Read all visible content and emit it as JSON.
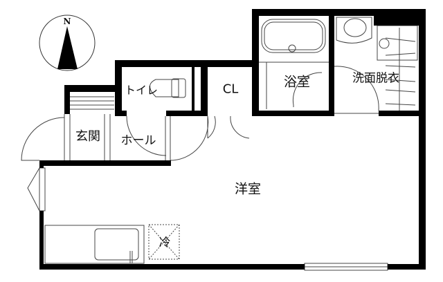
{
  "compass": {
    "label": "N",
    "icon": "north-arrow-icon"
  },
  "rooms": {
    "genkan": "玄関",
    "hall": "ホール",
    "toilet": "トイレ",
    "closet": "CL",
    "bathroom": "浴室",
    "washroom": "洗面脱衣",
    "western_room": "洋室",
    "fridge": "冷"
  },
  "colors": {
    "wall": "#000000",
    "line": "#333333"
  }
}
